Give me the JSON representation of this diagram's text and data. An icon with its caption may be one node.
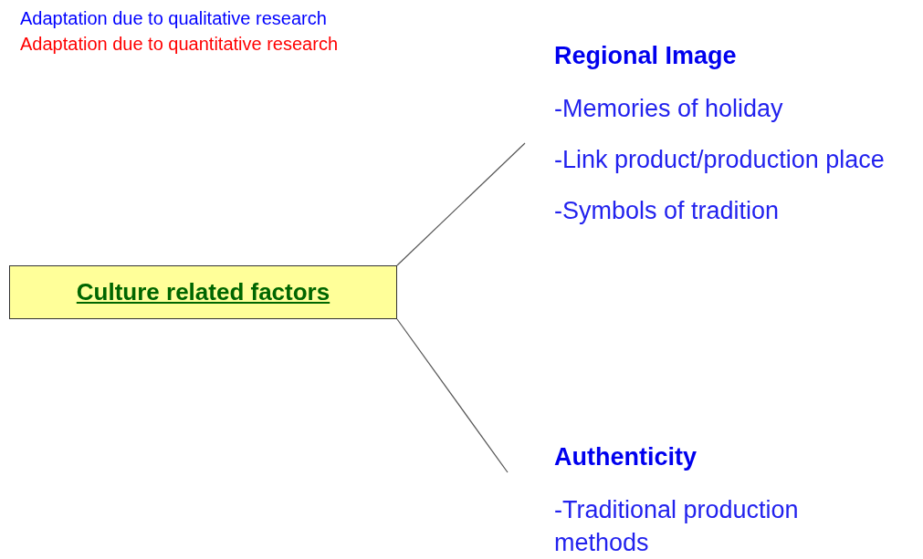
{
  "diagram": {
    "nodes": [
      {
        "text": [
          "Culture related factors"
        ]
      },
      {
        "text": [
          "Regional Image",
          "-Memories of holiday",
          "-Link product/production place",
          "-Symbols of tradition"
        ]
      },
      {
        "text": [
          "Authenticity",
          "-Traditional production methods"
        ]
      }
    ],
    "edges": [
      {
        "from": 0,
        "to": 1,
        "arrow": "none"
      },
      {
        "from": 0,
        "to": 2,
        "arrow": "none"
      }
    ],
    "legend": [
      {
        "text": "Adaptation due to qualitative research",
        "color": "#0000ff"
      },
      {
        "text": "Adaptation due to quantitative research",
        "color": "#ff0000"
      }
    ]
  }
}
